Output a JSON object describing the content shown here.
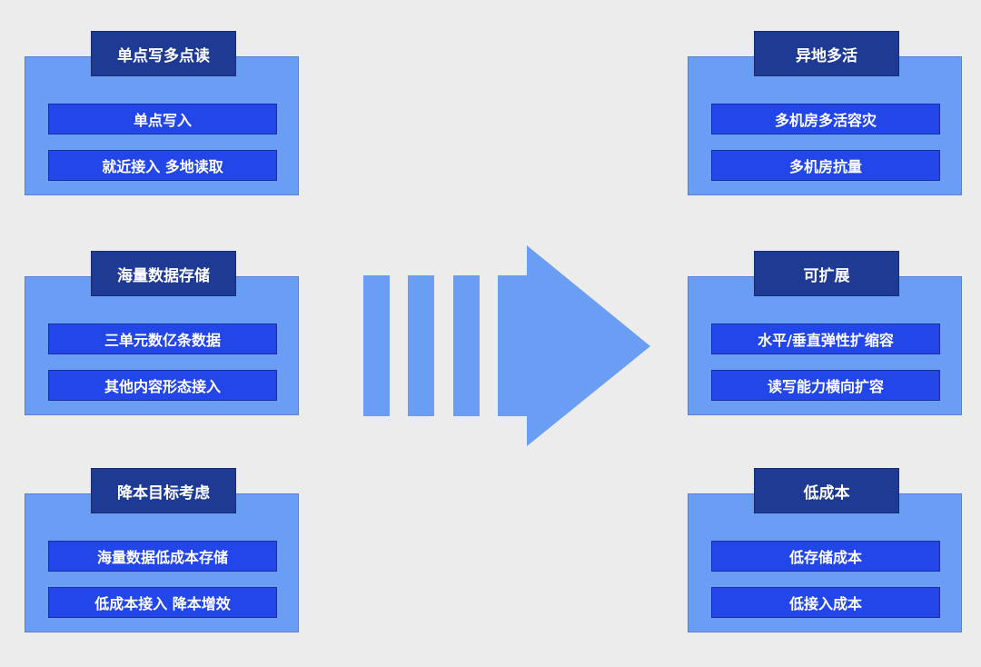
{
  "colors": {
    "background": "#ececec",
    "panel": "#6a9ef5",
    "title": "#1f3a93",
    "item": "#2346e8",
    "arrow": "#6a9ef5"
  },
  "left_panels": [
    {
      "title": "单点写多点读",
      "items": [
        "单点写入",
        "就近接入 多地读取"
      ]
    },
    {
      "title": "海量数据存储",
      "items": [
        "三单元数亿条数据",
        "其他内容形态接入"
      ]
    },
    {
      "title": "降本目标考虑",
      "items": [
        "海量数据低成本存储",
        "低成本接入 降本增效"
      ]
    }
  ],
  "right_panels": [
    {
      "title": "异地多活",
      "items": [
        "多机房多活容灾",
        "多机房抗量"
      ]
    },
    {
      "title": "可扩展",
      "items": [
        "水平/垂直弹性扩缩容",
        "读写能力横向扩容"
      ]
    },
    {
      "title": "低成本",
      "items": [
        "低存储成本",
        "低接入成本"
      ]
    }
  ],
  "arrow": {
    "icon": "right-arrow-icon"
  }
}
